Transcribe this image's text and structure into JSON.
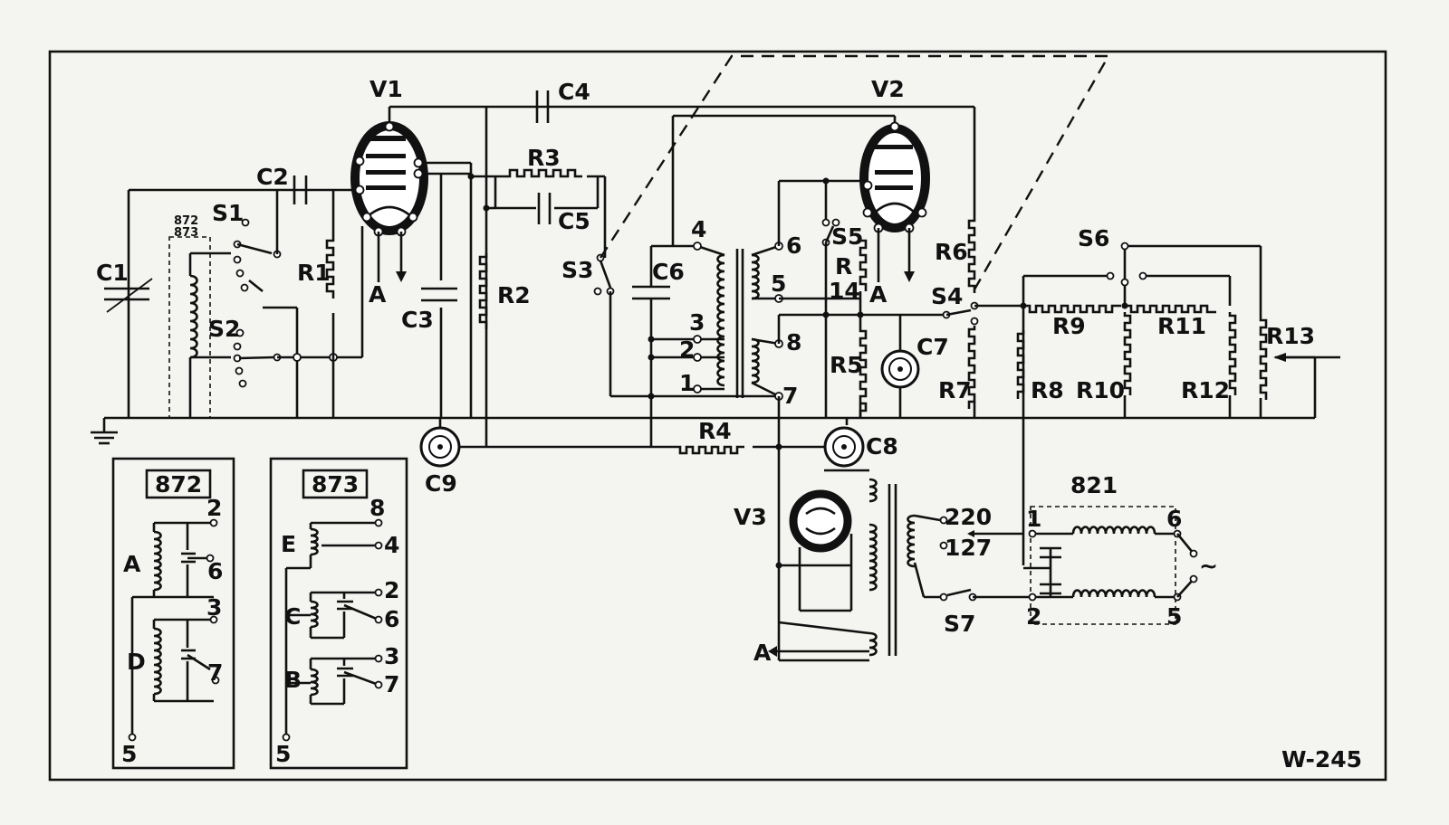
{
  "diagram": {
    "drawing_code": "W-245",
    "tubes": [
      "V1",
      "V2",
      "V3"
    ],
    "capacitors": [
      "C1",
      "C2",
      "C3",
      "C4",
      "C5",
      "C6",
      "C7",
      "C8",
      "C9"
    ],
    "resistors": [
      "R1",
      "R2",
      "R3",
      "R4",
      "R5",
      "R6",
      "R7",
      "R8",
      "R9",
      "R10",
      "R11",
      "R12",
      "R13"
    ],
    "r14_top": "R",
    "r14_bottom": "14",
    "switches": [
      "S1",
      "S2",
      "S3",
      "S4",
      "S5",
      "S6",
      "S7"
    ],
    "anode_label": "A",
    "coil_type_small": [
      "872",
      "873"
    ],
    "output_transformer_pins": [
      "4",
      "6",
      "5",
      "3",
      "2",
      "8",
      "1",
      "7"
    ],
    "mains_taps": [
      "220",
      "127"
    ],
    "filter": {
      "name": "821",
      "pins": [
        "1",
        "2",
        "6",
        "5"
      ],
      "ac_symbol": "~"
    },
    "coil_872": {
      "title": "872",
      "coils": [
        "A",
        "D"
      ],
      "pins": [
        "2",
        "6",
        "3",
        "7",
        "5"
      ]
    },
    "coil_873": {
      "title": "873",
      "coils": [
        "E",
        "C",
        "B"
      ],
      "pins": [
        "8",
        "4",
        "2",
        "6",
        "3",
        "7",
        "5"
      ]
    }
  }
}
